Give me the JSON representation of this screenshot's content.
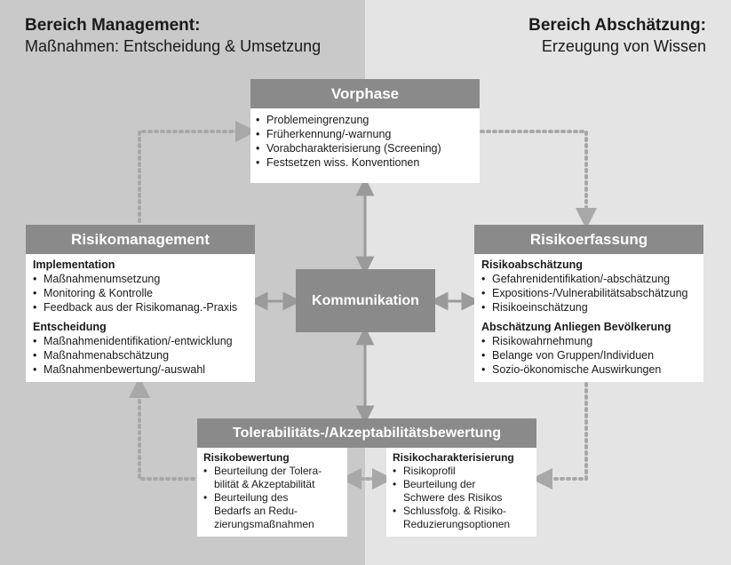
{
  "areas": {
    "left": {
      "title": "Bereich Management:",
      "subtitle": "Maßnahmen: Entscheidung & Umsetzung"
    },
    "right": {
      "title": "Bereich Abschätzung:",
      "subtitle": "Erzeugung von Wissen"
    }
  },
  "vorphase": {
    "title": "Vorphase",
    "items": [
      "Problemeingrenzung",
      "Früherkennung/-warnung",
      "Vorabcharakterisierung (Screening)",
      "Festsetzen wiss. Konventionen"
    ]
  },
  "risikomanagement": {
    "title": "Risikomanagement",
    "implementation": {
      "heading": "Implementation",
      "items": [
        "Maßnahmenumsetzung",
        "Monitoring & Kontrolle",
        "Feedback aus der Risikomanag.-Praxis"
      ]
    },
    "entscheidung": {
      "heading": "Entscheidung",
      "items": [
        "Maßnahmenidentifikation/-entwicklung",
        "Maßnahmenabschätzung",
        "Maßnahmenbewertung/-auswahl"
      ]
    }
  },
  "risikoerfassung": {
    "title": "Risikoerfassung",
    "abschaetzung": {
      "heading": "Risikoabschätzung",
      "items": [
        "Gefahrenidentifikation/-abschätzung",
        "Expositions-/Vulnerabilitätsabschätzung",
        "Risikoeinschätzung"
      ]
    },
    "bevoelkerung": {
      "heading": "Abschätzung Anliegen Bevölkerung",
      "items": [
        "Risikowahrnehmung",
        "Belange von Gruppen/Individuen",
        "Sozio-ökonomische Auswirkungen"
      ]
    }
  },
  "kommunikation": {
    "label": "Kommunikation"
  },
  "toleranz": {
    "title": "Tolerabilitäts-/Akzeptabilitätsbewertung",
    "bewertung": {
      "heading": "Risikobewertung",
      "items": [
        "Beurteilung der Tolera-\nbilität & Akzeptabilität",
        "Beurteilung des\nBedarfs an Redu-\nzierungsmaßnahmen"
      ]
    },
    "charakterisierung": {
      "heading": "Risikocharakterisierung",
      "items": [
        "Risikoprofil",
        "Beurteilung der\nSchwere des Risikos",
        "Schlussfolg. & Risiko-\nReduzierungsoptionen"
      ]
    }
  },
  "colors": {
    "left_area": "#c9c9c9",
    "right_area": "#e4e4e4",
    "header": "#8a8a8a",
    "connector": "#9a9a9a"
  }
}
